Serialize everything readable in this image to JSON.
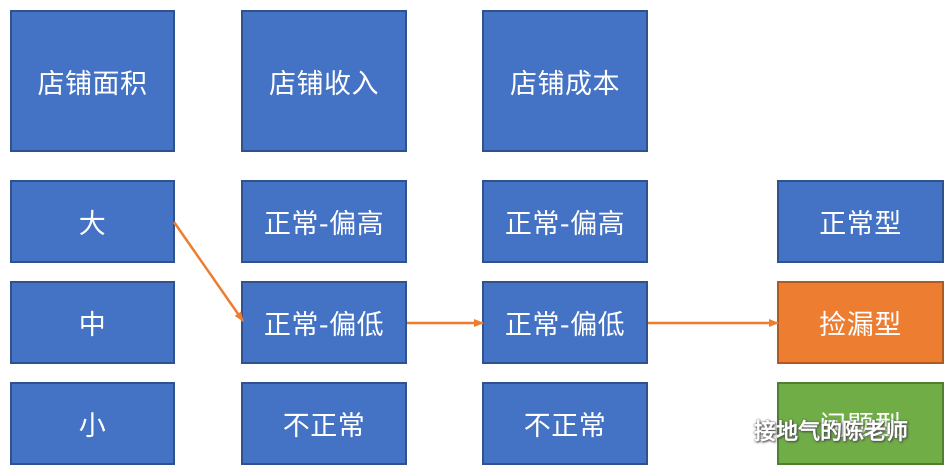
{
  "headers": {
    "area": "店铺面积",
    "revenue": "店铺收入",
    "cost": "店铺成本"
  },
  "area_levels": [
    "大",
    "中",
    "小"
  ],
  "revenue_levels": [
    "正常-偏高",
    "正常-偏低",
    "不正常"
  ],
  "cost_levels": [
    "正常-偏高",
    "正常-偏低",
    "不正常"
  ],
  "result_types": [
    "正常型",
    "捡漏型",
    "问题型"
  ],
  "colors": {
    "box_blue": "#4472c4",
    "highlight_orange": "#ed7d31",
    "problem_green": "#70ad47",
    "arrow": "#ed7d31"
  },
  "watermark": {
    "text": "接地气的陈老师"
  }
}
